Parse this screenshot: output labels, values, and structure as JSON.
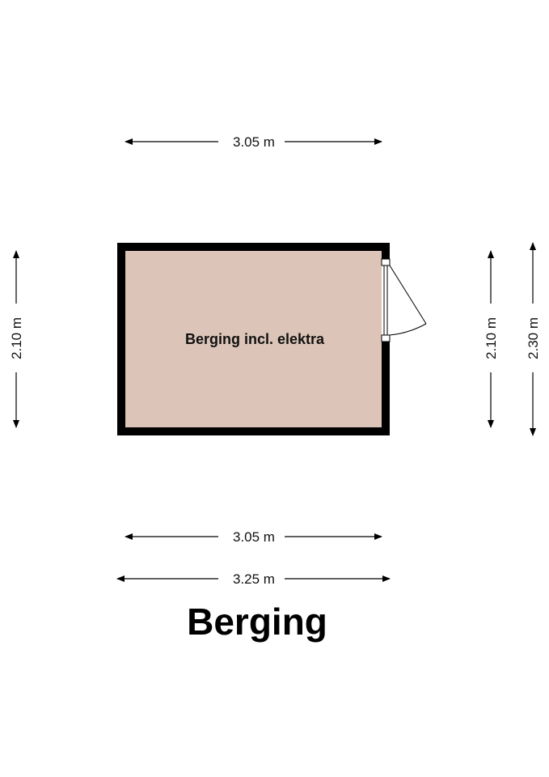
{
  "floorplan": {
    "title": "Berging",
    "room_label": "Berging incl. elektra",
    "dimensions": {
      "top_width": "3.05 m",
      "left_height": "2.10 m",
      "right_inner_height": "2.10 m",
      "right_outer_height": "2.30 m",
      "bottom_inner_width": "3.05 m",
      "bottom_outer_width": "3.25 m"
    },
    "colors": {
      "wall": "#000000",
      "floor": "#dcc5b8",
      "dimension_line": "#000000"
    }
  }
}
